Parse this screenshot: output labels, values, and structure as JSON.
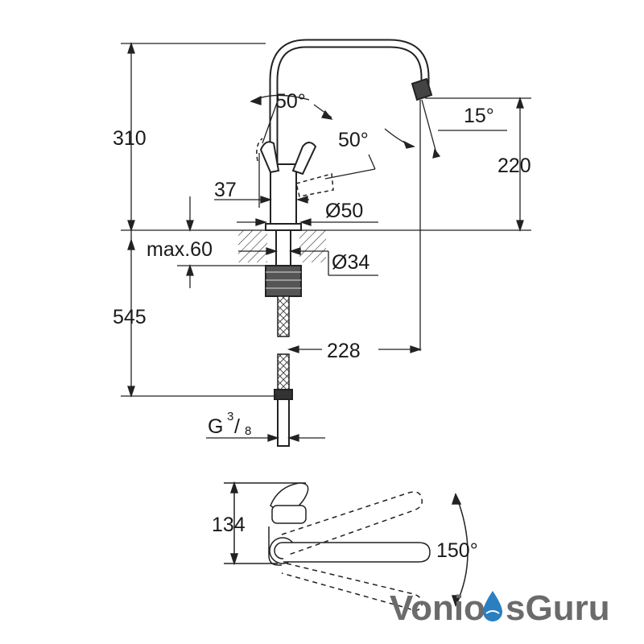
{
  "dimensions": {
    "total_height": "310",
    "lever_angle_top": "50°",
    "lever_angle_side": "50°",
    "spout_tilt": "15°",
    "spout_height": "220",
    "base_width": "37",
    "base_diameter": "Ø50",
    "max_thickness": "max.60",
    "hole_diameter": "Ø34",
    "below_height": "545",
    "spout_reach": "228",
    "connection_thread": "G",
    "thread_numerator": "3",
    "thread_denominator": "8",
    "plan_depth": "134",
    "swivel_angle": "150°"
  },
  "watermark": {
    "part1": "Vonio",
    "part2": "sGuru",
    "color_dark": "#6b6b6b",
    "color_accent": "#2a7fc1"
  }
}
